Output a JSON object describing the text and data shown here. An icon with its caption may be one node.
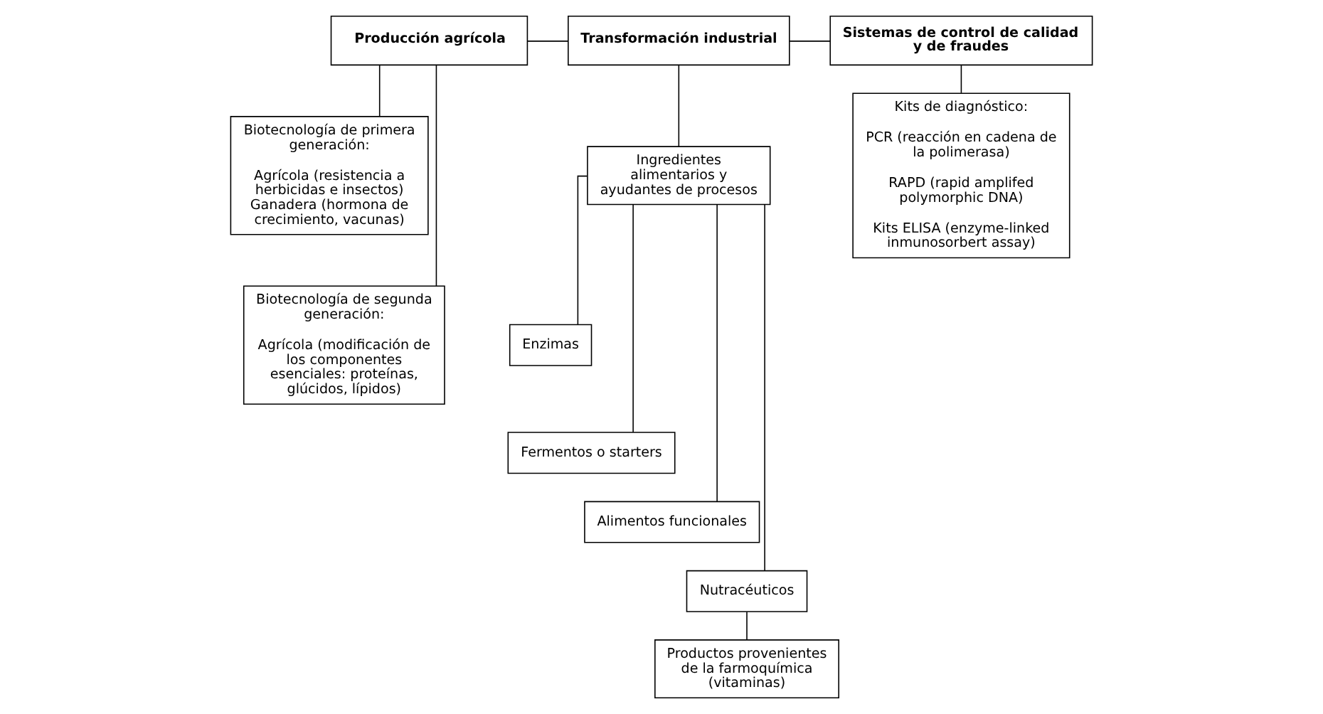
{
  "diagram": {
    "nodes": [
      {
        "text": [
          "Producción agrícola"
        ]
      },
      {
        "text": [
          "Transformación industrial"
        ]
      },
      {
        "text": [
          "Sistemas de control de calidad y de fraudes"
        ]
      },
      {
        "text": [
          "Biotecnología de primera generación:",
          "Agrícola (resistencia a herbicidas e insectos) Ganadera (hormona de crecimiento, vacunas)"
        ]
      },
      {
        "text": [
          "Biotecnología de segunda generación:",
          "Agrícola (modificación de los componentes esenciales: proteínas, glúcidos, lípidos)"
        ]
      },
      {
        "text": [
          "Ingredientes alimentarios y ayudantes de procesos"
        ]
      },
      {
        "text": [
          "Enzimas"
        ]
      },
      {
        "text": [
          "Fermentos o starters"
        ]
      },
      {
        "text": [
          "Alimentos funcionales"
        ]
      },
      {
        "text": [
          "Nutracéuticos"
        ]
      },
      {
        "text": [
          "Productos provenientes de la farmoquímica (vitaminas)"
        ]
      },
      {
        "text": [
          "Kits de diagnóstico:",
          "PCR (reacción en cadena de la polimerasa)",
          "RAPD (rapid amplifed polymorphic DNA)",
          "Kits ELISA (enzyme-linked inmunosorbert assay)"
        ]
      }
    ],
    "edges": [
      {
        "from": 0,
        "to": 1,
        "arrow": "none"
      },
      {
        "from": 1,
        "to": 2,
        "arrow": "none"
      },
      {
        "from": 0,
        "to": 3,
        "arrow": "none"
      },
      {
        "from": 0,
        "to": 4,
        "arrow": "none"
      },
      {
        "from": 1,
        "to": 5,
        "arrow": "none"
      },
      {
        "from": 5,
        "to": 6,
        "arrow": "none"
      },
      {
        "from": 5,
        "to": 7,
        "arrow": "none"
      },
      {
        "from": 5,
        "to": 8,
        "arrow": "none"
      },
      {
        "from": 5,
        "to": 9,
        "arrow": "none"
      },
      {
        "from": 9,
        "to": 10,
        "arrow": "none"
      },
      {
        "from": 2,
        "to": 11,
        "arrow": "none"
      }
    ]
  }
}
